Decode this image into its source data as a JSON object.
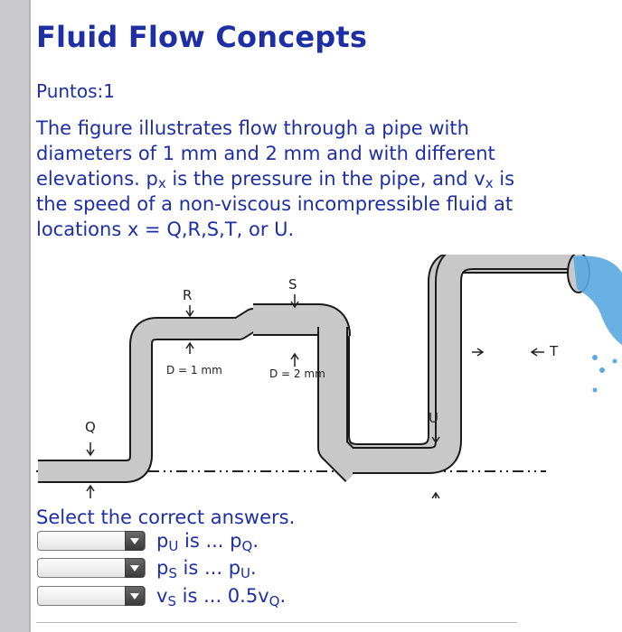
{
  "header": {
    "title": "Fluid Flow Concepts"
  },
  "points_label": "Puntos:1",
  "question": {
    "part1": "The figure illustrates flow through a pipe with diameters of 1 mm and 2 mm and with different elevations. p",
    "sub_x1": "x",
    "part2": " is the pressure in the pipe, and v",
    "sub_x2": "x",
    "part3": " is the speed of a non-viscous incompressible fluid at locations x = Q,R,S,T, or U."
  },
  "figure": {
    "labels": {
      "q": "Q",
      "r": "R",
      "s": "S",
      "t": "T",
      "u": "U"
    },
    "diameter_small": "D = 1 mm",
    "diameter_large": "D = 2 mm",
    "colors": {
      "pipe_fill": "#c8c8c8",
      "pipe_stroke": "#1a1a1a",
      "water": "#5aa9e0"
    }
  },
  "prompt": "Select the correct answers.",
  "answers": [
    {
      "lhs": "p",
      "lhs_sub": "U",
      "mid": " is ... ",
      "rhs": "p",
      "rhs_sub": "Q",
      "tail": ".",
      "selected": ""
    },
    {
      "lhs": "p",
      "lhs_sub": "S",
      "mid": " is ... ",
      "rhs": "p",
      "rhs_sub": "U",
      "tail": ".",
      "selected": ""
    },
    {
      "lhs": "v",
      "lhs_sub": "S",
      "mid": " is ... ",
      "rhs": "0.5v",
      "rhs_sub": "Q",
      "tail": ".",
      "selected": ""
    }
  ]
}
